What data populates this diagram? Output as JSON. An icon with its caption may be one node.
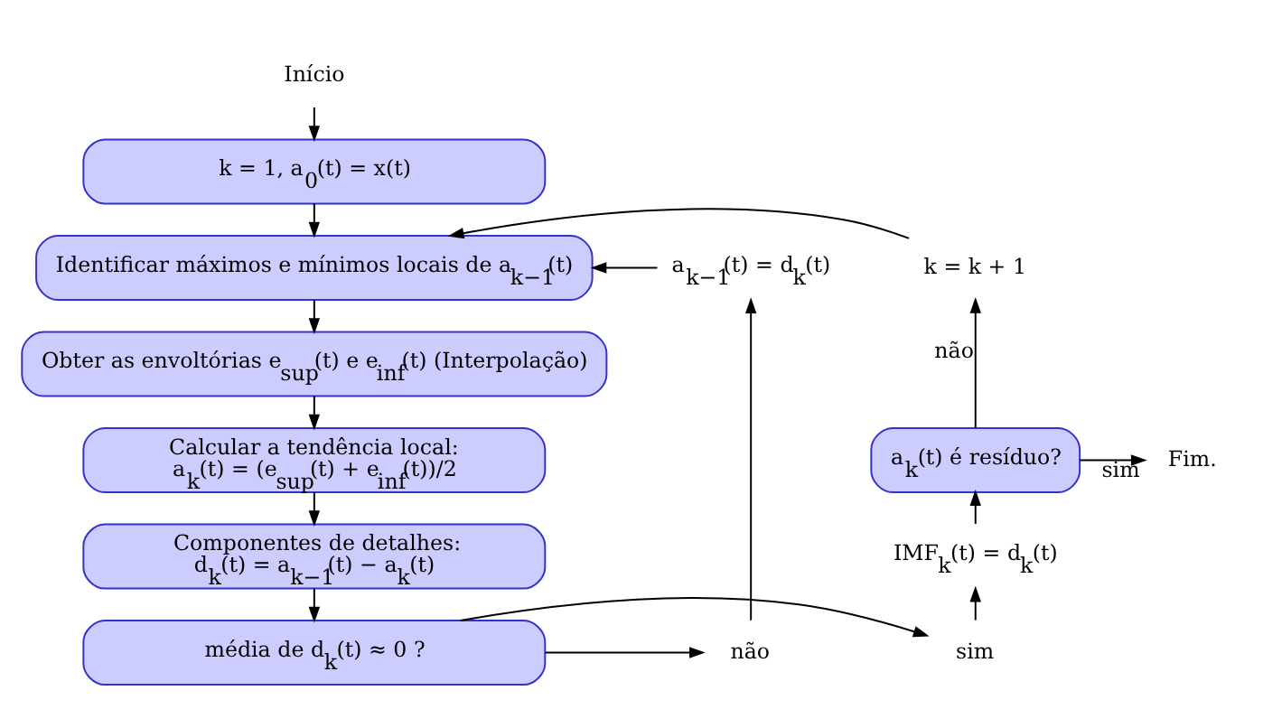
{
  "diagram": {
    "nodes": [
      {
        "text": [
          "Início"
        ]
      },
      {
        "text": [
          "k = 1, a$_{0}$(t) = x(t)"
        ]
      },
      {
        "text": [
          "Identificar máximos e mínimos locais de a$_{k−1}$(t)"
        ]
      },
      {
        "text": [
          "Obter as envoltórias e$_{sup}$(t) e e$_{inf}$(t) (Interpolação)"
        ]
      },
      {
        "text": [
          "Calcular a tendência local:",
          "a$_{k}$(t) = (e$_{sup}$(t) + e$_{inf}$(t))/2"
        ]
      },
      {
        "text": [
          "Componentes de detalhes:",
          "d$_{k}$(t) = a$_{k−1}$(t) − a$_{k}$(t)"
        ]
      },
      {
        "text": [
          "média de d$_{k}$(t) ≈ 0 ?"
        ]
      },
      {
        "text": [
          "não"
        ]
      },
      {
        "text": [
          "a$_{k−1}$(t) = d$_{k}$(t)"
        ]
      },
      {
        "text": [
          "sim"
        ]
      },
      {
        "text": [
          "IMF$_{k}$(t) = d$_{k}$(t)"
        ]
      },
      {
        "text": [
          "a$_{k}$(t) é resíduo?"
        ]
      },
      {
        "text": [
          "Fim."
        ]
      },
      {
        "text": [
          "k = k + 1"
        ]
      }
    ],
    "edges": [
      {
        "from": 0,
        "to": 1,
        "arrow": "to"
      },
      {
        "from": 1,
        "to": 2,
        "arrow": "to"
      },
      {
        "from": 2,
        "to": 3,
        "arrow": "to"
      },
      {
        "from": 3,
        "to": 4,
        "arrow": "to"
      },
      {
        "from": 4,
        "to": 5,
        "arrow": "to"
      },
      {
        "from": 5,
        "to": 6,
        "arrow": "to"
      },
      {
        "from": 6,
        "to": 7,
        "arrow": "to"
      },
      {
        "from": 7,
        "to": 8,
        "arrow": "to"
      },
      {
        "from": 8,
        "to": 2,
        "arrow": "to"
      },
      {
        "from": 6,
        "to": 9,
        "arrow": "to"
      },
      {
        "from": 9,
        "to": 10,
        "arrow": "to"
      },
      {
        "from": 10,
        "to": 11,
        "arrow": "to"
      },
      {
        "from": 11,
        "to": 12,
        "label": "sim",
        "arrow": "to"
      },
      {
        "from": 11,
        "to": 13,
        "label": "não",
        "arrow": "to"
      },
      {
        "from": 13,
        "to": 2,
        "arrow": "to"
      }
    ]
  }
}
